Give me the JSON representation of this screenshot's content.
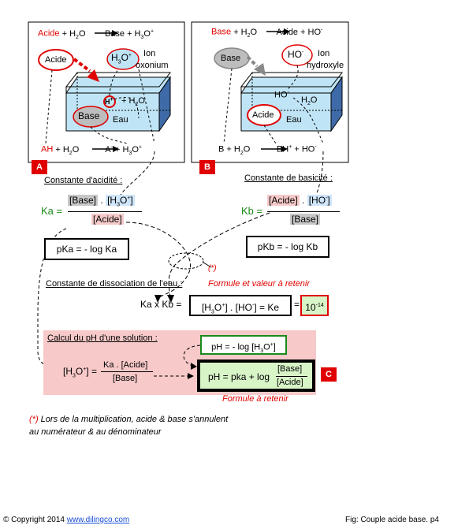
{
  "panelA": {
    "reaction_top_acid": "Acide",
    "reaction_top_rest": "+ H2O → Base + H3O+",
    "acid_bubble": "Acide",
    "h3o_bubble": "H3O+",
    "ion_label_1": "Ion",
    "ion_label_2": "oxonium",
    "h_plus": "H+",
    "h2o_in_tank": "+ H2O",
    "base_bubble": "Base",
    "water_label": "Eau",
    "reaction_bottom_ah": "AH",
    "reaction_bottom_rest": "+ H2O → A- + H3O+",
    "badge": "A"
  },
  "panelB": {
    "reaction_top_base": "Base",
    "reaction_top_rest": "+ H2O → Acide + HO-",
    "base_bubble": "Base",
    "ho_bubble": "HO-",
    "ion_label_1": "Ion",
    "ion_label_2": "hydroxyle",
    "ho_in_tank": "HO-",
    "h2o_in_tank": "H2O",
    "acid_bubble": "Acide",
    "water_label": "Eau",
    "reaction_bottom": "B + H2O → BH+ + HO-",
    "badge": "B"
  },
  "acidity": {
    "title": "Constante d'acidité :",
    "ka_label": "Ka =",
    "num_base": "[Base]",
    "num_dot": ".",
    "num_h3o": "[H3O+]",
    "den_acid": "[Acide]",
    "pka": "pKa = - log Ka"
  },
  "basicity": {
    "title": "Constante de basicité :",
    "kb_label": "Kb =",
    "num_acid": "[Acide]",
    "num_dot": ".",
    "num_ho": "[HO-]",
    "den_base": "[Base]",
    "pkb": "pKb = - log Kb"
  },
  "water": {
    "asterisk": "(*)",
    "retain_note": "Formule et valeur à retenir",
    "title": "Constante de dissociation de l'eau :",
    "kaxkb": "Ka x Kb =",
    "ke_expr": "[H3O+] . [HO-] = Ke",
    "equals": "=",
    "ke_value": "10-14"
  },
  "ph": {
    "title": "Calcul du pH d'une solution :",
    "ph_def": "pH = - log [H3O+]",
    "h3o_lhs": "[H3O+] =",
    "frac_num": "Ka . [Acide]",
    "frac_den": "[Base]",
    "hh_lhs": "pH = pka + log",
    "hh_num": "[Base]",
    "hh_den": "[Acide]",
    "badge": "C",
    "retain": "Formule à retenir"
  },
  "footnote": {
    "line1": "(*) Lors de la multiplication, acide & base s'annulent",
    "line2": "au numérateur & au dénominateur"
  },
  "footer": {
    "copyright": "© Copyright 2014",
    "site": "www.dilingco.com",
    "caption": "Fig:  Couple acide base. p4"
  },
  "colors": {
    "red": "#e00000",
    "green": "#1a8a1a",
    "water": "#bfe4f5",
    "pink_panel": "#f7c9c9",
    "ke_fill": "#d8f5c8"
  }
}
